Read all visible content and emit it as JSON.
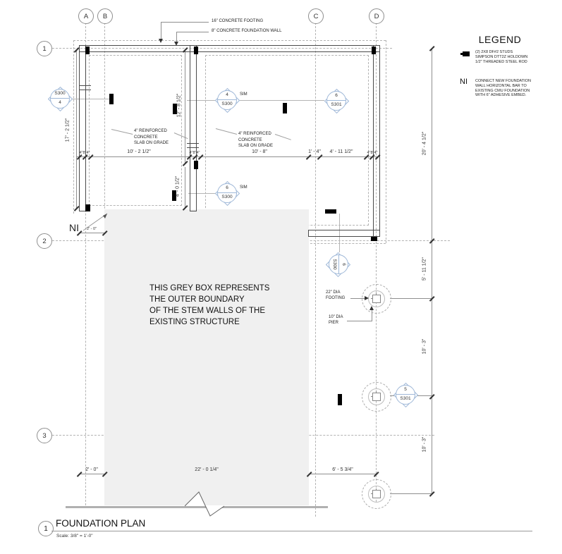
{
  "grid": {
    "columns": [
      "A",
      "B",
      "C",
      "D"
    ],
    "rows": [
      "1",
      "2",
      "3"
    ]
  },
  "callouts": {
    "footing": "16\" CONCRETE FOOTING",
    "foundation_wall": "8\"  CONCRETE FOUNDATION WALL",
    "slab": [
      "4\" REINFORCED",
      "CONCRETE",
      "SLAB ON GRADE"
    ],
    "sim": "SIM",
    "ni": "NI",
    "footing_dia": [
      "22\" DIA",
      "FOOTING"
    ],
    "pier_dia": [
      "10\" DIA",
      "PIER"
    ],
    "note": [
      "THIS GREY BOX REPRESENTS",
      "THE OUTER BOUNDARY",
      "OF THE STEM WALLS OF THE",
      "EXISTING STRUCTURE"
    ]
  },
  "dims": {
    "top": [
      "4\"8\"4\"",
      "10' - 2 1/2\"",
      "4\"8\"4\"",
      "10' - 8\"",
      "1' - 4\"",
      "4' - 11 1/2\"",
      "4\"8\"4\""
    ],
    "left": [
      "17' - 2 1/2\"",
      "12' - 8 1/2\"",
      "4' - 0 1/2\"",
      "2' - 0\""
    ],
    "right": [
      "20' - 4 1/2\"",
      "5' - 11 1/2\"",
      "10' - 3\"",
      "10' - 3\""
    ],
    "bottom": [
      "2' - 0\"",
      "22' - 0 1/4\"",
      "6' - 5 3/4\""
    ]
  },
  "markers": [
    {
      "top": "S300",
      "bottom": "4"
    },
    {
      "top": "4",
      "bottom": "S300"
    },
    {
      "top": "6",
      "bottom": "S301"
    },
    {
      "top": "6",
      "bottom": "S300"
    },
    {
      "top": "6",
      "bottom": "S300"
    },
    {
      "top": "5",
      "bottom": "S301"
    }
  ],
  "legend": {
    "title": "LEGEND",
    "holdown_lines": [
      "(2) 2X8 DF#2 STUDS",
      "SIMPSON DTT2Z HOLDOWN",
      "1/2\" THREADED STEEL ROD"
    ],
    "ni_symbol": "NI",
    "ni_lines": [
      "CONNECT NEW FOUNDATION",
      "WALL HORIZONTAL BAR TO",
      "EXISTING CMU FOUNDATION",
      "WITH 6\" ADHESIVE EMBED."
    ]
  },
  "title_block": {
    "number": "1",
    "title": "FOUNDATION PLAN",
    "scale": "Scale:  3/8\" = 1'-0\""
  },
  "colors": {
    "marker_blue": "#9fb8d8",
    "grey_box": "#f0f0f0",
    "wall_line": "#4a4a4a",
    "dash_grey": "#b3b3b3"
  }
}
